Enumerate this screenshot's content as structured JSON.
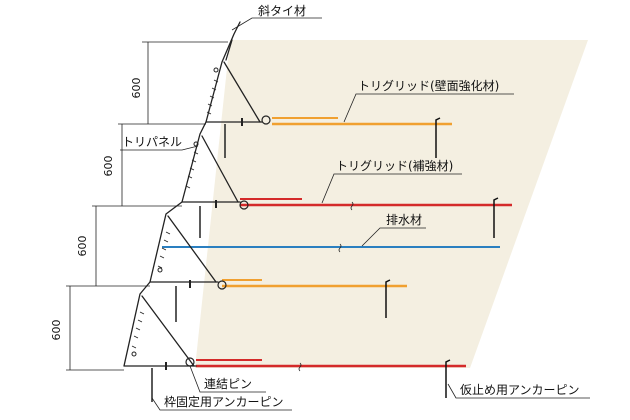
{
  "labels": {
    "diagonal_tie": "斜タイ材",
    "tri_panel": "トリパネル",
    "grid_wall": "トリグリッド(壁面強化材)",
    "grid_reinforce": "トリグリッド(補強材)",
    "drain": "排水材",
    "connect_pin": "連結ピン",
    "frame_anchor_pin": "枠固定用アンカーピン",
    "temp_anchor_pin": "仮止め用アンカーピン"
  },
  "dimensions": [
    "600",
    "600",
    "600",
    "600"
  ],
  "colors": {
    "backfill": "#f4efe1",
    "grid_wall": "#f0a030",
    "grid_reinforce": "#d42a2a",
    "drain": "#2a7fc0",
    "frame": "#222222"
  }
}
